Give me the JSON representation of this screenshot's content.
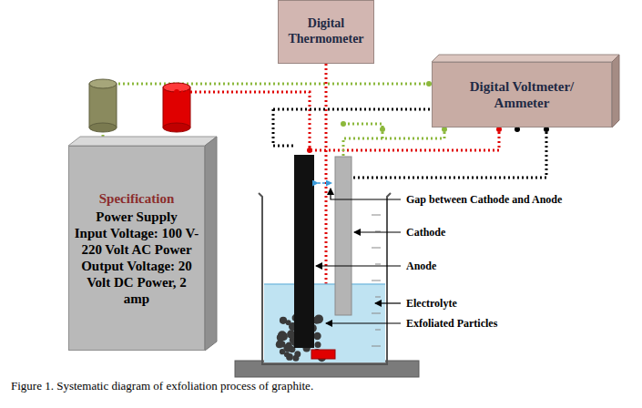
{
  "diagram": {
    "caption": "Figure 1. Systematic diagram of exfoliation process of graphite.",
    "nodes": [
      {
        "text": [
          "Digital Thermometer"
        ]
      },
      {
        "text": [
          "Digital Voltmeter/ Ammeter"
        ]
      },
      {
        "text": [
          "Specification",
          "Power Supply",
          "Input Voltage: 100 V- 220 Volt AC Power",
          "Output Voltage: 20 Volt DC Power, 2 amp"
        ]
      }
    ],
    "edges": [
      {
        "from": 2,
        "to": 1,
        "arrow": "none"
      }
    ],
    "labels": [
      "Gap between Cathode and Anode",
      "Cathode",
      "Anode",
      "Electrolyte",
      "Exfoliated Particles"
    ]
  }
}
